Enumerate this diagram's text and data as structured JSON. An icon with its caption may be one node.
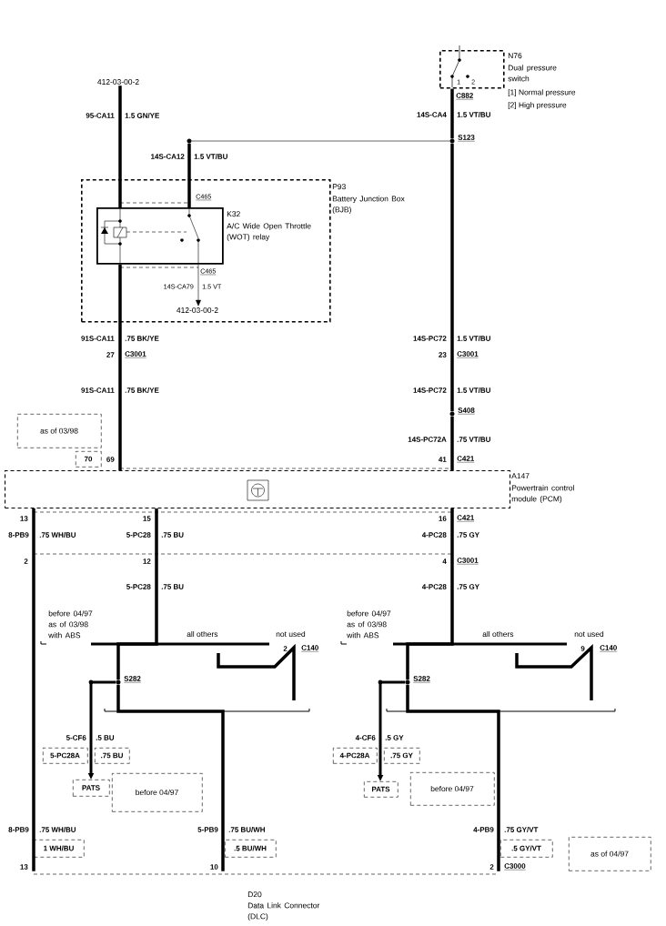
{
  "diagram": {
    "nodes": [
      {
        "text": [
          "N76",
          "Dual pressure switch"
        ],
        "beside": [
          "[1] Normal pressure",
          "[2] High pressure"
        ]
      },
      {
        "text": [
          "412-03-00-2"
        ]
      },
      {
        "text": [
          "S123"
        ]
      },
      {
        "text": [],
        "shape": "circle"
      },
      {
        "text": [
          "P93",
          "Battery Junction Box (BJB)"
        ]
      },
      {
        "text": [
          "K32",
          "A/C Wide Open Throttle (WOT) relay"
        ],
        "in": 4
      },
      {
        "text": [
          "412-03-00-2"
        ],
        "in": 4
      },
      {
        "text": [
          "S408"
        ]
      },
      {
        "text": [
          "as of 03/98"
        ]
      },
      {
        "text": [
          "70"
        ]
      },
      {
        "text": [
          "A147",
          "Powertrain control module (PCM)"
        ]
      },
      {
        "text": [
          "S282"
        ]
      },
      {
        "text": [
          "5-PC28A"
        ]
      },
      {
        "text": [
          ".75 BU"
        ]
      },
      {
        "text": [
          "PATS"
        ]
      },
      {
        "text": [
          "before 04/97"
        ]
      },
      {
        "text": [
          "S282"
        ]
      },
      {
        "text": [
          "4-PC28A"
        ]
      },
      {
        "text": [
          ".75 GY"
        ]
      },
      {
        "text": [
          "PATS"
        ]
      },
      {
        "text": [
          "before 04/97"
        ]
      },
      {
        "text": [
          "1 WH/BU"
        ]
      },
      {
        "text": [
          ".5 BU/WH"
        ]
      },
      {
        "text": [
          ".5 GY/VT"
        ]
      },
      {
        "text": [
          "as of 04/97"
        ]
      },
      {
        "text": [
          "D20",
          "Data Link Connector (DLC)"
        ]
      }
    ],
    "edges": [
      {
        "from": 0,
        "to": 2,
        "arrow": "none"
      },
      {
        "from": 2,
        "to": 3,
        "arrow": "none"
      },
      {
        "from": 1,
        "to": 5,
        "arrow": "none"
      },
      {
        "from": 3,
        "to": 5,
        "arrow": "none"
      },
      {
        "from": 5,
        "to": 6,
        "arrow": "to"
      },
      {
        "from": 5,
        "to": 10,
        "arrow": "none"
      },
      {
        "from": 2,
        "to": 7,
        "arrow": "none"
      },
      {
        "from": 7,
        "to": 10,
        "arrow": "none"
      },
      {
        "from": 10,
        "to": 25,
        "arrow": "none"
      },
      {
        "from": 10,
        "to": 11,
        "arrow": "none"
      },
      {
        "from": 11,
        "to": 14,
        "arrow": "to"
      },
      {
        "from": 11,
        "to": 25,
        "arrow": "none"
      },
      {
        "from": 10,
        "to": 16,
        "arrow": "none"
      },
      {
        "from": 16,
        "to": 19,
        "arrow": "to"
      },
      {
        "from": 16,
        "to": 25,
        "arrow": "none"
      }
    ],
    "labels": [
      "1",
      "2",
      "C882",
      "95-CA11",
      "1.5 GN/YE",
      "14S-CA4",
      "1.5 VT/BU",
      "14S-CA12",
      "1.5 VT/BU",
      "C465",
      "C465",
      "14S-CA79",
      "1.5 VT",
      "91S-CA11",
      ".75 BK/YE",
      "14S-PC72",
      "1.5 VT/BU",
      "27",
      "C3001",
      "23",
      "C3001",
      "91S-CA11",
      ".75 BK/YE",
      "14S-PC72",
      "1.5 VT/BU",
      "14S-PC72A",
      ".75 VT/BU",
      "69",
      "41",
      "C421",
      "13",
      "15",
      "16",
      "C421",
      "8-PB9",
      ".75 WH/BU",
      "5-PC28",
      ".75 BU",
      "4-PC28",
      ".75 GY",
      "2",
      "12",
      "4",
      "C3001",
      "5-PC28",
      ".75 BU",
      "4-PC28",
      ".75 GY",
      "before 04/97 as of 03/98 with ABS",
      "all others",
      "not used",
      "before 04/97 as of 03/98 with ABS",
      "all others",
      "not used",
      "2",
      "C140",
      "9",
      "C140",
      "5-CF6",
      ".5 BU",
      "4-CF6",
      ".5 GY",
      "8-PB9",
      ".75 WH/BU",
      "5-PB9",
      ".75 BU/WH",
      "4-PB9",
      ".75 GY/VT",
      "13",
      "10",
      "2",
      "C3000"
    ]
  }
}
